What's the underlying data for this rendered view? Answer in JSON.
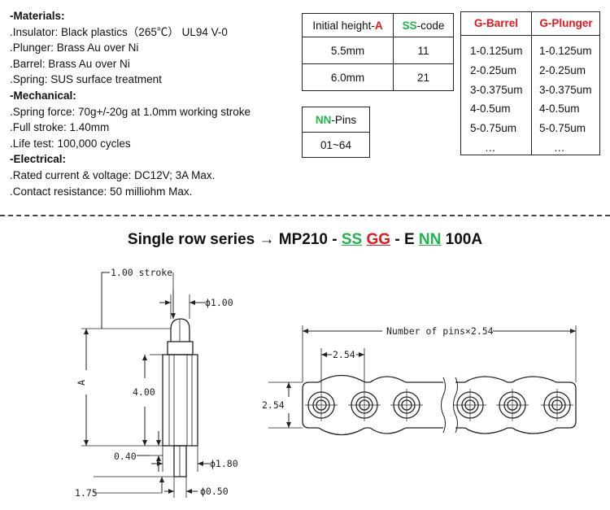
{
  "specs": {
    "materials_head": "-Materials:",
    "insulator": ".Insulator: Black plastics（265℃） UL94 V-0",
    "plunger": ".Plunger: Brass Au over Ni",
    "barrel": ".Barrel: Brass Au over Ni",
    "spring": ".Spring: SUS surface treatment",
    "mechanical_head": "-Mechanical:",
    "spring_force": ".Spring force: 70g+/-20g at 1.0mm working stroke",
    "full_stroke": ".Full stroke: 1.40mm",
    "life_test": ".Life test: 100,000 cycles",
    "electrical_head": "-Electrical:",
    "rated": ".Rated current & voltage: DC12V; 3A Max.",
    "contact": ".Contact resistance: 50 milliohm Max."
  },
  "height_table": {
    "h_label": "Initial height-",
    "h_code": "A",
    "ss_code": "SS",
    "ss_label": "-code",
    "rows": [
      {
        "height": "5.5mm",
        "code": "11"
      },
      {
        "height": "6.0mm",
        "code": "21"
      }
    ]
  },
  "pins_table": {
    "code": "NN",
    "label": "-Pins",
    "value": "01~64"
  },
  "plating_table": {
    "barrel_header": "G-Barrel",
    "plunger_header": "G-Plunger",
    "barrel": [
      "1-0.125um",
      "2-0.25um",
      "3-0.375um",
      "4-0.5um",
      "5-0.75um",
      "…"
    ],
    "plunger": [
      "1-0.125um",
      "2-0.25um",
      "3-0.375um",
      "4-0.5um",
      "5-0.75um",
      "…"
    ]
  },
  "series": {
    "prefix": "Single row series",
    "arrow": "→",
    "model": "MP210 -",
    "ss": "SS",
    "gg": "GG",
    "mid": "- E",
    "nn": "NN",
    "suffix": "100A"
  },
  "side_view": {
    "stroke": "1.00 stroke",
    "tip_dia": "ϕ1.00",
    "height": "A",
    "body_len": "4.00",
    "gap": "0.40",
    "tail_dia": "ϕ1.80",
    "tail_len": "1.75",
    "pin_dia": "ϕ0.50"
  },
  "top_view": {
    "total": "Number of pins×2.54",
    "pitch": "2.54",
    "width": "2.54"
  },
  "colors": {
    "green": "#22b24c",
    "red": "#e0191e"
  }
}
